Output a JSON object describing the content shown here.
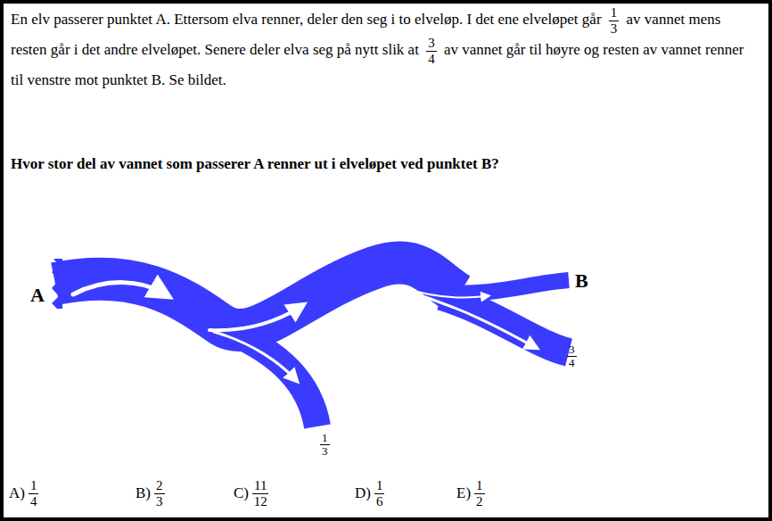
{
  "diagram": {
    "labels": [
      "En elv passerer punktet A. Ettersom elva renner, deler den seg i to elveløp. I det ene elveløpet går",
      "1",
      "3",
      "av vannet mens resten går i det andre elveløpet. Senere deler elva seg på nytt slik at",
      "3",
      "4",
      "av vannet går til høyre og resten av vannet renner til venstre mot punktet B. Se bildet.",
      "Hvor stor del av vannet som passerer A renner ut i elveløpet ved punktet B?",
      "A",
      "B",
      "1",
      "3",
      "3",
      "4",
      "A)",
      "1",
      "4",
      "B)",
      "2",
      "3",
      "C)",
      "11",
      "12",
      "D)",
      "1",
      "6",
      "E)",
      "1",
      "2"
    ]
  }
}
